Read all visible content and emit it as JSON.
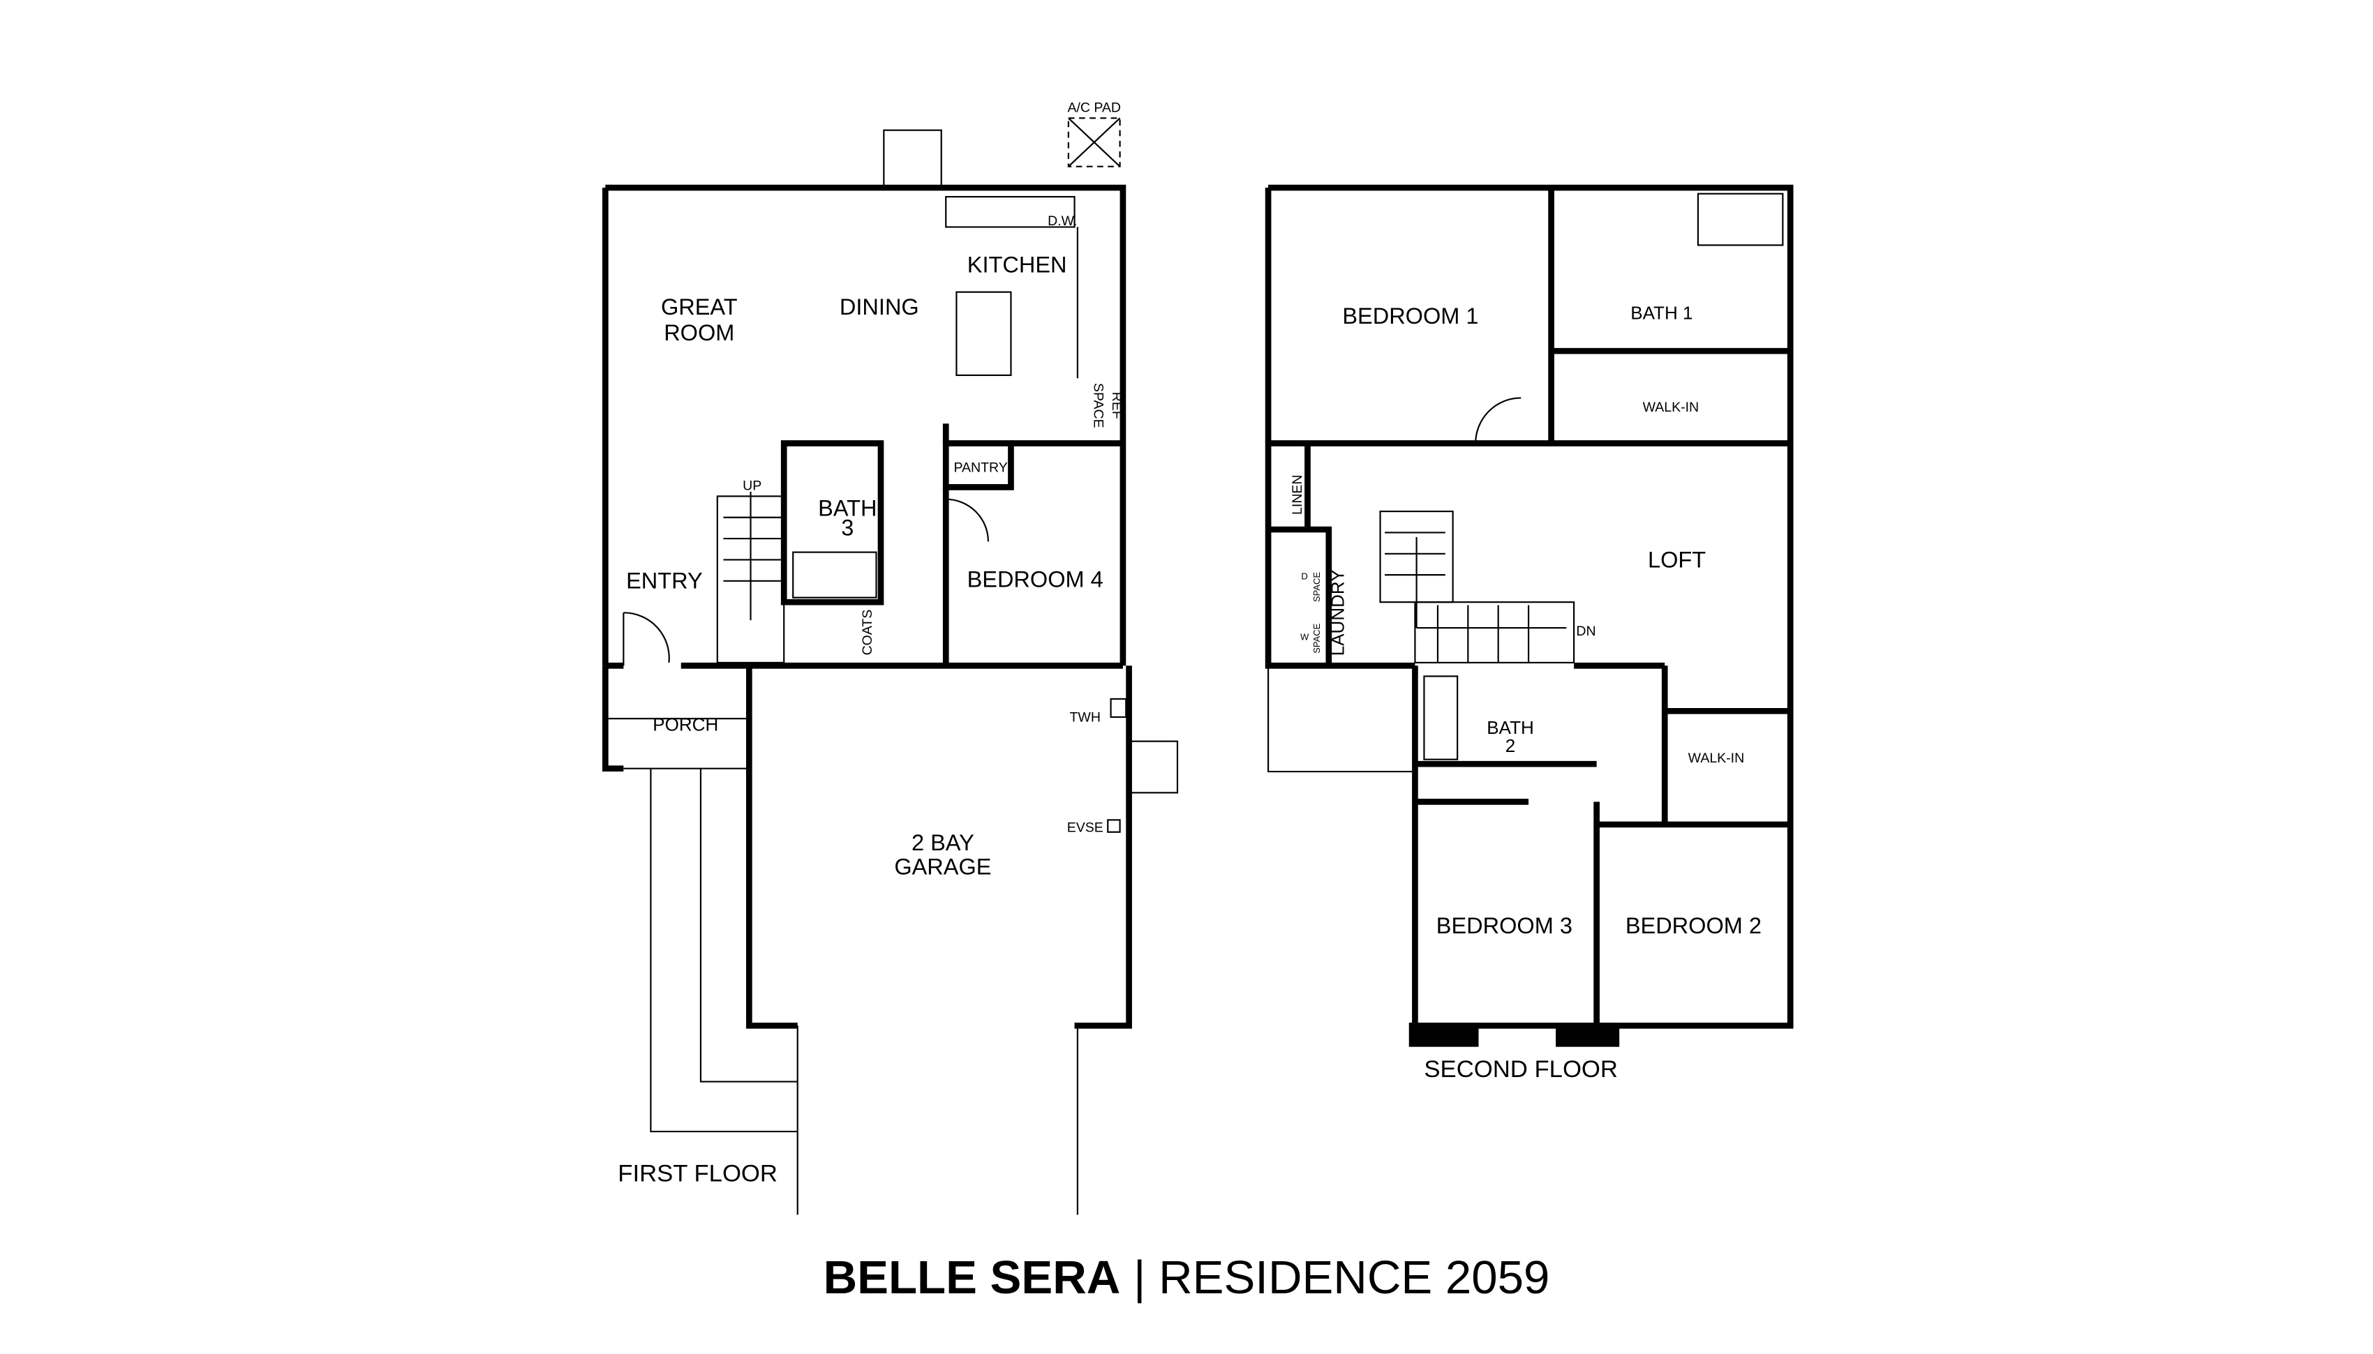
{
  "title": {
    "community": "BELLE SERA",
    "separator": "|",
    "residence": "RESIDENCE 2059"
  },
  "first_floor": {
    "caption": "FIRST FLOOR",
    "rooms": {
      "great_room_1": "GREAT",
      "great_room_2": "ROOM",
      "dining": "DINING",
      "kitchen": "KITCHEN",
      "entry": "ENTRY",
      "bath3_1": "BATH",
      "bath3_2": "3",
      "bedroom4": "BEDROOM 4",
      "pantry": "PANTRY",
      "porch": "PORCH",
      "garage_1": "2 BAY",
      "garage_2": "GARAGE",
      "coats": "COATS"
    },
    "fixtures": {
      "ac_pad": "A/C PAD",
      "dw": "D.W.",
      "ref_1": "REF",
      "ref_2": "SPACE",
      "up": "UP",
      "twh": "TWH",
      "evse": "EVSE"
    }
  },
  "second_floor": {
    "caption": "SECOND FLOOR",
    "rooms": {
      "bedroom1": "BEDROOM 1",
      "bath1": "BATH 1",
      "walkin1": "WALK-IN",
      "loft": "LOFT",
      "linen": "LINEN",
      "laundry": "LAUNDRY",
      "bath2_1": "BATH",
      "bath2_2": "2",
      "walkin2": "WALK-IN",
      "bedroom3": "BEDROOM 3",
      "bedroom2": "BEDROOM 2"
    },
    "fixtures": {
      "d_space_1": "D",
      "d_space_2": "SPACE",
      "w_space_1": "W",
      "w_space_2": "SPACE",
      "dn": "DN"
    }
  }
}
